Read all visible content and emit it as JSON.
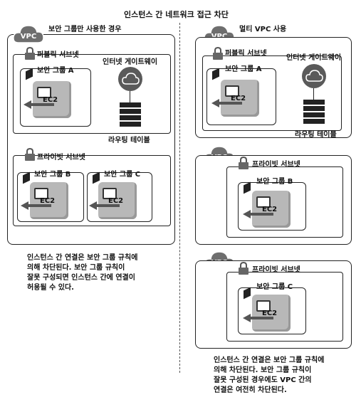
{
  "title": "인스턴스 간 네트워크 접근 차단",
  "left": {
    "heading": "보안 그룹만 사용한 경우",
    "vpc_label": "VPC",
    "public_subnet": "퍼블릭 서브넷",
    "private_subnet": "프라이빗 서브넷",
    "igw_label": "인터넷 게이트웨이",
    "rt_label": "라우팅 테이블",
    "sg_a": "보안 그룹 A",
    "sg_b": "보안 그룹 B",
    "sg_c": "보안 그룹 C",
    "ec2": "EC2",
    "note": "인스턴스 간 연결은 보안 그룹 규칙에\n의해 차단된다. 보안 그룹 규칙이\n잘못 구성되면 인스턴스 간에 연결이\n허용될 수 있다."
  },
  "right": {
    "heading": "멀티 VPC 사용",
    "vpc_label": "VPC",
    "public_subnet": "퍼블릭 서브넷",
    "private_subnet": "프라이빗 서브넷",
    "igw_label": "인터넷 게이트웨이",
    "rt_label": "라우팅 테이블",
    "sg_a": "보안 그룹 A",
    "sg_b": "보안 그룹 B",
    "sg_c": "보안 그룹 C",
    "ec2": "EC2",
    "note": "인스턴스 간 연결은 보안 그룹 규칙에\n의해 차단된다. 보안 그룹 규칙이\n잘못 구성된 경우에도 VPC 간의\n연결은 여전히 차단된다."
  },
  "colors": {
    "vpc_cloud": "#6e6e6e",
    "ec2": "#b8b8b8"
  }
}
